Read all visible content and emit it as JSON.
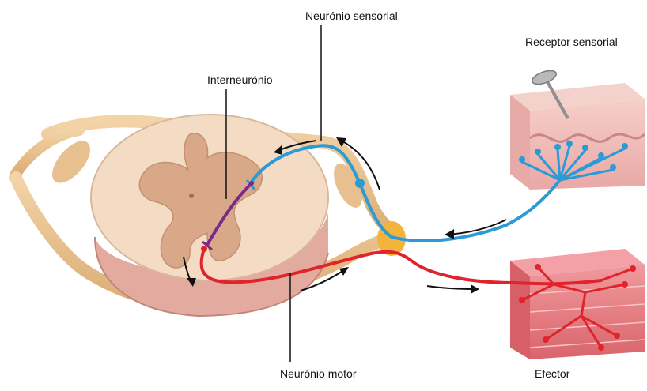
{
  "labels": {
    "sensory_neuron": "Neurónio sensorial",
    "sensory_receptor": "Receptor sensorial",
    "interneuron": "Interneurónio",
    "motor_neuron": "Neurónio motor",
    "effector": "Efector"
  },
  "colors": {
    "sensory_path": "#2a9bd6",
    "motor_path": "#e1232b",
    "interneuron_path": "#7a2a8c",
    "spinal_white_matter": "#f3d9c2",
    "spinal_grey_matter": "#d6a583",
    "ganglion": "#f2b43a",
    "skin": "#f0b9b4",
    "muscle": "#e8737a"
  }
}
